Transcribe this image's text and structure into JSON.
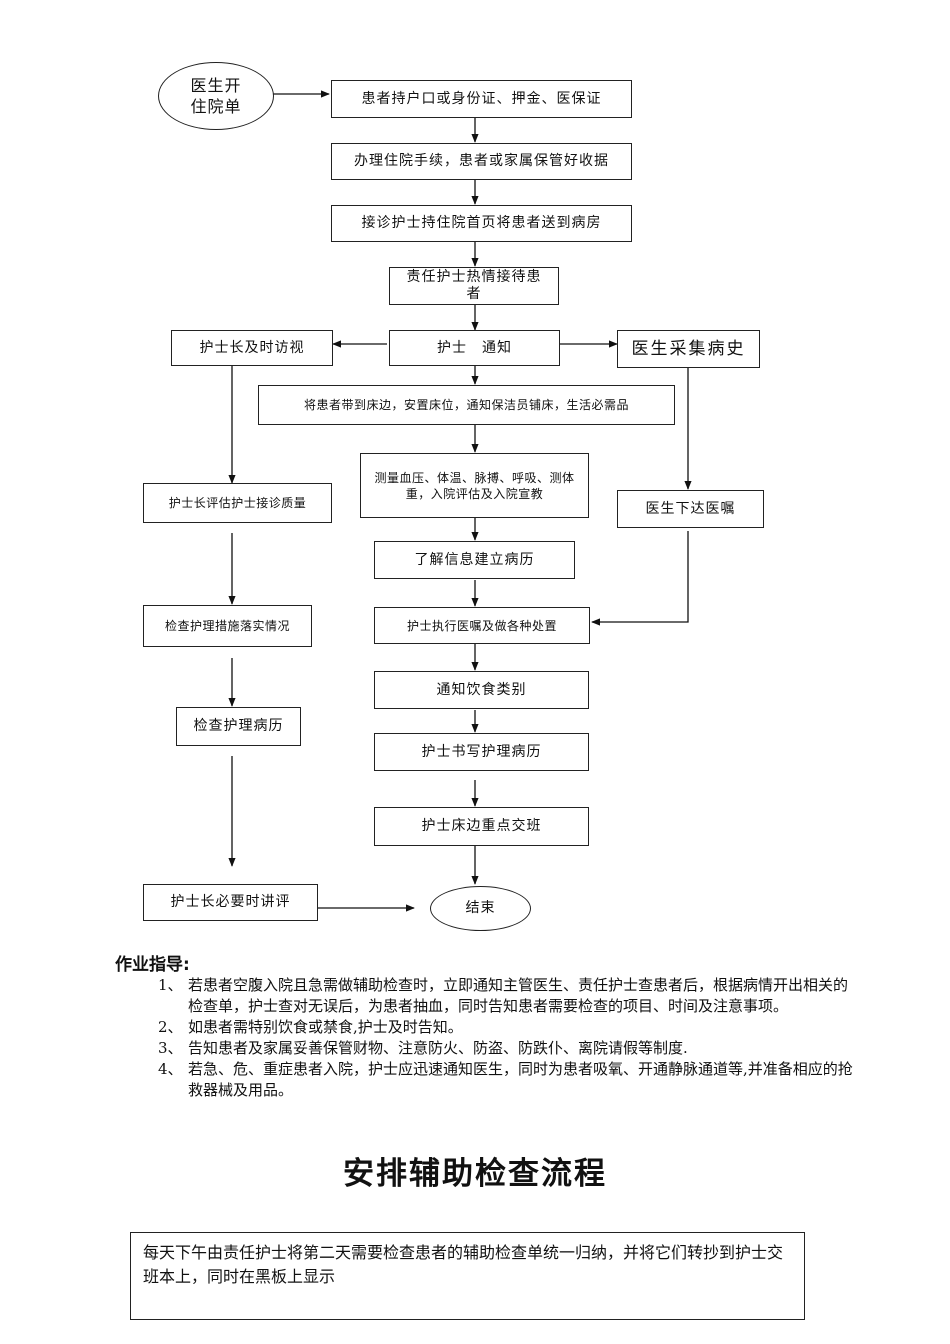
{
  "flowchart": {
    "start": "医生开住院单",
    "step_id_documents": "患者持户口或身份证、押金、医保证",
    "step_admission": "办理住院手续，患者或家属保管好收据",
    "step_escort": "接诊护士持住院首页将患者送到病房",
    "step_reception": "责任护士热情接待患者",
    "step_notify": "护士　通知",
    "head_nurse_visit": "护士长及时访视",
    "doctor_history": "医生采集病史",
    "step_bed": "将患者带到床边，安置床位，通知保洁员铺床，生活必需品",
    "step_measure": "测量血压、体温、脉搏、呼吸、测体重，入院评估及入院宣教",
    "head_nurse_evaluate": "护士长评估护士接诊质量",
    "doctor_orders": "医生下达医嘱",
    "step_record": "了解信息建立病历",
    "head_nurse_check_measures": "检查护理措施落实情况",
    "step_execute": "护士执行医嘱及做各种处置",
    "step_diet": "通知饮食类别",
    "head_nurse_check_records": "检查护理病历",
    "step_write": "护士书写护理病历",
    "step_handover": "护士床边重点交班",
    "head_nurse_review": "护士长必要时讲评",
    "end": "结束"
  },
  "guidance": {
    "heading": "作业指导:",
    "items": [
      {
        "num": "1、",
        "text": "若患者空腹入院且急需做辅助检查时，立即通知主管医生、责任护士查患者后，根据病情开出相关的检查单，护士查对无误后，为患者抽血，同时告知患者需要检查的项目、时间及注意事项。"
      },
      {
        "num": "2、",
        "text": "如患者需特别饮食或禁食,护士及时告知。"
      },
      {
        "num": "3、",
        "text": "告知患者及家属妥善保管财物、注意防火、防盗、防跌仆、离院请假等制度."
      },
      {
        "num": "4、",
        "text": "若急、危、重症患者入院，护士应迅速通知医生，同时为患者吸氧、开通静脉通道等,并准备相应的抢救器械及用品。"
      }
    ]
  },
  "section": {
    "title": "安排辅助检查流程",
    "note": "每天下午由责任护士将第二天需要检查患者的辅助检查单统一归纳，并将它们转抄到护士交班本上，同时在黑板上显示"
  }
}
